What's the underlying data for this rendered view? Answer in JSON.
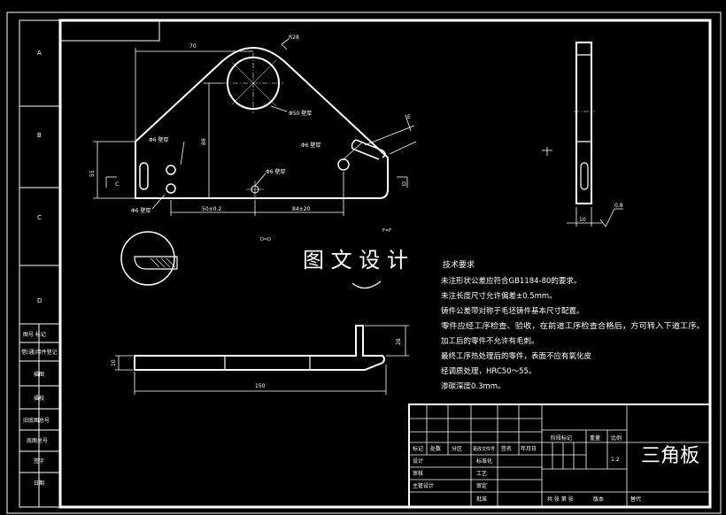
{
  "sheet": {
    "zone_letters": [
      "A",
      "B",
      "C",
      "D"
    ],
    "left_strip_labels": [
      "借(通)用件登记",
      "描图",
      "描校",
      "旧底图总号",
      "底图总号",
      "签字",
      "日期"
    ],
    "left_strip_header": "图号 标记"
  },
  "views": {
    "front": {
      "dim_width": "70",
      "dim_radius": "R28",
      "dim_big_hole": "Φ50 壁厚",
      "dim_hole_a": "Φ6 壁厚",
      "dim_hole_b": "Φ6 壁厚",
      "dim_hole_c": "Φ6 壁厚",
      "dim_hole_d": "Φ6 壁厚",
      "dim_x1": "50±0.2",
      "dim_x2": "84±20",
      "dim_h1": "55",
      "dim_h2": "88",
      "section_label_c": "C",
      "section_label_d": "D",
      "slot_label": "E",
      "view_label": "D=D",
      "scale_label": "F=F"
    },
    "side": {
      "dim_thickness": "10",
      "dim_surface": "0.8"
    },
    "bottom": {
      "dim_length": "150",
      "dim_thick": "10",
      "dim_flange": "28"
    }
  },
  "watermark": "图 文 设 计",
  "notes": {
    "title": "技术要求",
    "lines": [
      "未注形状公差应符合GB1184-80的要求。",
      "未注长度尺寸允许偏差±0.5mm。",
      "铸件公差带对称于毛坯铸件基本尺寸配置。",
      "零件应经工序检查、验收，在前道工序检查合格后，方可转入下道工序。",
      "加工后的零件不允许有毛刺。",
      "最终工序热处理后的零件，表面不应有氧化皮",
      "经调质处理，HRC50～55。",
      "渗碳深度0.3mm。"
    ]
  },
  "title_block": {
    "part_name": "三角板",
    "scale": "1:2",
    "headers": [
      "标记",
      "处数",
      "分区",
      "更改文件号",
      "签名",
      "年月日"
    ],
    "roles_left": [
      "设计",
      "审核",
      "主管设计"
    ],
    "roles_mid": [
      "标准化",
      "工艺",
      "审定",
      "批准"
    ],
    "stage_labels": [
      "阶段标记",
      "重量",
      "比例"
    ],
    "sheet_info": "共 张 第 张",
    "version": "版本",
    "replace": "替代"
  }
}
